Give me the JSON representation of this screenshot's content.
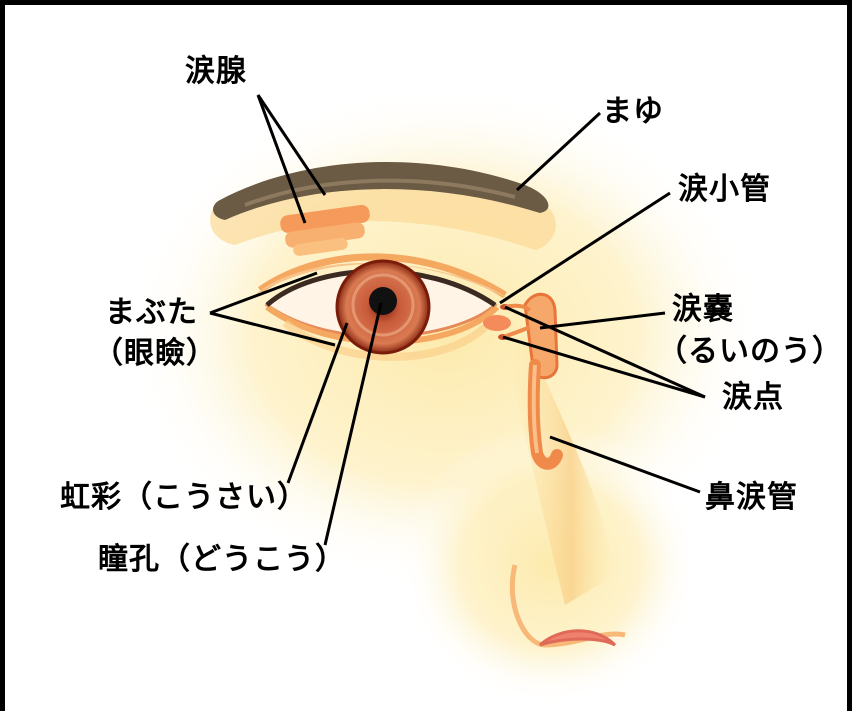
{
  "labels": {
    "lacrimal_gland": "涙腺",
    "eyebrow": "まゆ",
    "lacrimal_canaliculus": "涙小管",
    "eyelid": "まぶた",
    "eyelid_kanji": "（眼瞼）",
    "lacrimal_sac": "涙嚢",
    "lacrimal_sac_reading": "（るいのう）",
    "lacrimal_punctum": "涙点",
    "iris": "虹彩（こうさい）",
    "nasolacrimal_duct": "鼻涙管",
    "pupil": "瞳孔（どうこう）"
  },
  "colors": {
    "skin_glow": "#fde9a8",
    "skin_mid": "#fbd07a",
    "skin_shadow": "#f4a860",
    "brow": "#6b5a44",
    "iris": "#c85a3a",
    "iris_ring": "#8a2a14",
    "pupil": "#111111",
    "duct": "#f08a4a",
    "leader_line": "#000000"
  }
}
